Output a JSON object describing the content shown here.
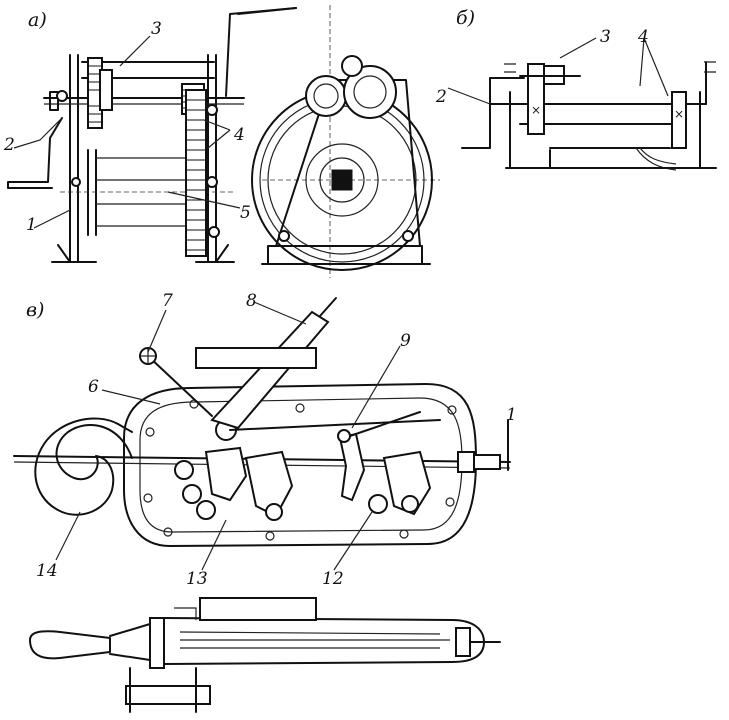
{
  "figure": {
    "sections": {
      "a": "а)",
      "b": "б)",
      "v": "в)"
    },
    "labels_a": {
      "n1": "1",
      "n2": "2",
      "n3": "3",
      "n4": "4",
      "n5": "5"
    },
    "labels_b": {
      "n2": "2",
      "n3": "3",
      "n4": "4"
    },
    "labels_v": {
      "n6": "6",
      "n7": "7",
      "n8": "8",
      "n9": "9",
      "n1": "1",
      "n12": "12",
      "n13": "13",
      "n14": "14"
    }
  }
}
